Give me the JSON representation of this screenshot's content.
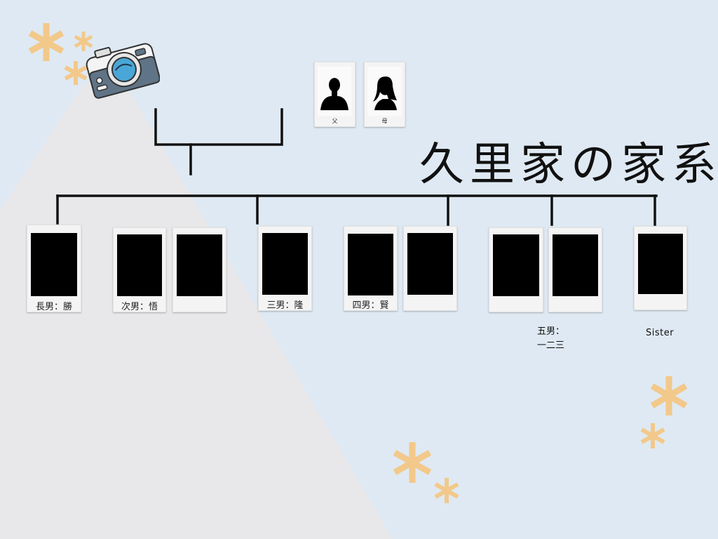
{
  "title": "久里家の家系図",
  "parents": [
    {
      "caption": "父",
      "icon": "man-silhouette-icon"
    },
    {
      "caption": "母",
      "icon": "woman-silhouette-icon"
    }
  ],
  "children": [
    {
      "caption": "長男：勝"
    },
    {
      "caption": "次男：悟"
    },
    {
      "caption": ""
    },
    {
      "caption": "三男：隆"
    },
    {
      "caption": "四男：賢"
    },
    {
      "caption": ""
    },
    {
      "caption": ""
    },
    {
      "caption": ""
    },
    {
      "caption": ""
    }
  ],
  "below_labels": {
    "fifth_son_line1": "五男：",
    "fifth_son_line2": "一二三",
    "sister": "Sister"
  },
  "colors": {
    "background": "#dfe9f3",
    "beam": "#e8e8ea",
    "asterisk": "#f2c98a",
    "line": "#111111",
    "camera_body": "#5f7486",
    "camera_lens": "#4aa6d6"
  },
  "icons": [
    "camera-icon",
    "asterisk-icon"
  ]
}
